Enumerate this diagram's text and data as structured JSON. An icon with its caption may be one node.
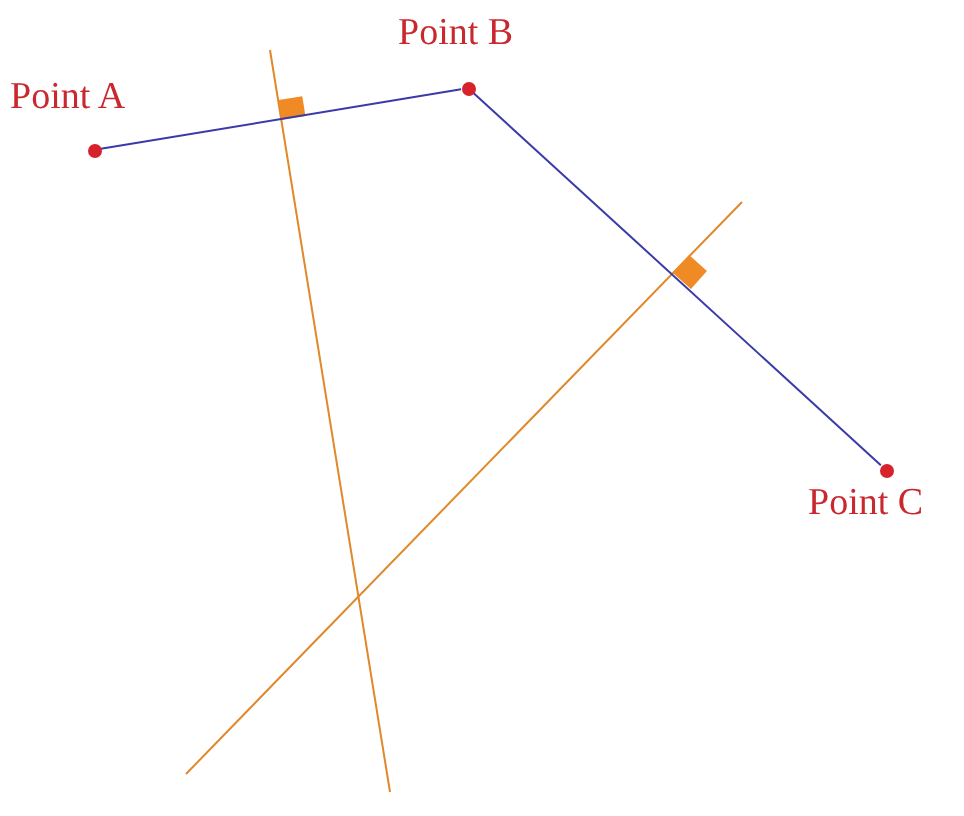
{
  "diagram": {
    "nodes": [
      {
        "text": [
          "Point A"
        ]
      },
      {
        "text": [
          "Point B"
        ]
      },
      {
        "text": [
          "Point C"
        ]
      }
    ],
    "edges": [
      {
        "from": 0,
        "to": 1,
        "arrow": "none"
      },
      {
        "from": 1,
        "to": 2,
        "arrow": "none"
      }
    ]
  }
}
